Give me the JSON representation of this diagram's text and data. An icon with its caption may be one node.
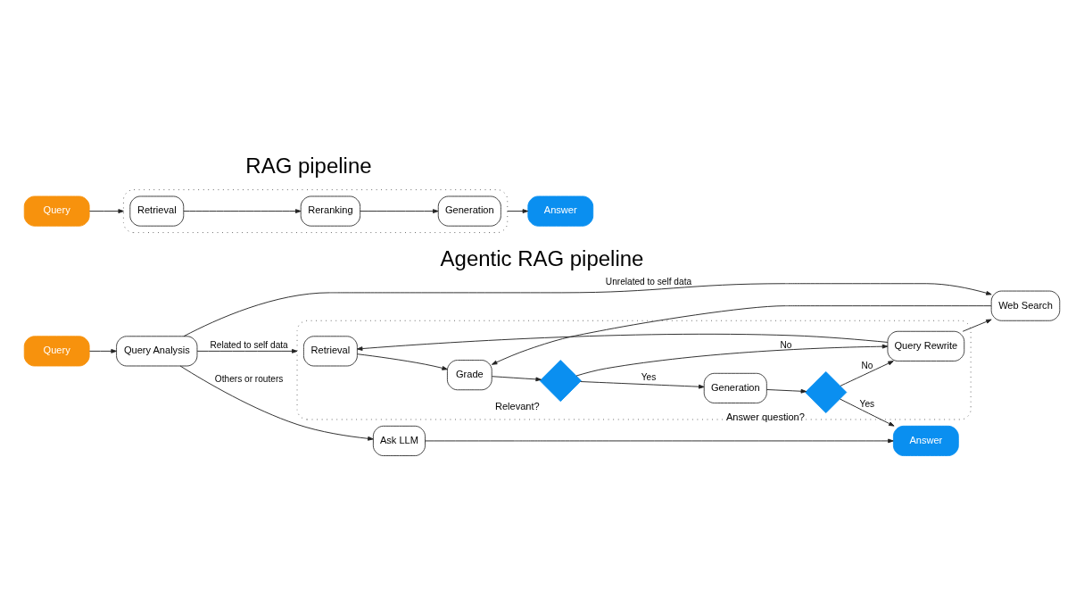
{
  "diagram": {
    "nodes": [
      {
        "text": [
          "Query"
        ]
      },
      {
        "text": [],
        "shape": "box"
      },
      {
        "text": [
          "Retrieval"
        ],
        "in": 1
      },
      {
        "text": [
          "Reranking"
        ],
        "in": 1
      },
      {
        "text": [
          "Generation"
        ],
        "in": 1
      },
      {
        "text": [
          "Answer"
        ]
      },
      {
        "text": [],
        "shape": "box"
      },
      {
        "text": [
          "Retrieval"
        ],
        "in": 6
      },
      {
        "text": [
          "Grade"
        ],
        "in": 6
      },
      {
        "text": [],
        "shape": "diamond",
        "beside": [
          "Relevant?"
        ],
        "in": 6
      },
      {
        "text": [
          "Generation"
        ],
        "in": 6
      },
      {
        "text": [],
        "shape": "diamond",
        "beside": [
          "Answer question?"
        ],
        "in": 6
      },
      {
        "text": [
          "Query Rewrite"
        ],
        "in": 6
      },
      {
        "text": [
          "Answer"
        ]
      },
      {
        "text": [
          "Query"
        ]
      },
      {
        "text": [
          "Query Analysis"
        ]
      },
      {
        "text": [
          "Web Search"
        ]
      },
      {
        "text": [
          "Ask LLM"
        ]
      }
    ],
    "edges": [
      {
        "from": 0,
        "to": 1,
        "arrow": "to"
      },
      {
        "from": 2,
        "to": 3,
        "arrow": "to"
      },
      {
        "from": 3,
        "to": 4,
        "arrow": "to"
      },
      {
        "from": 1,
        "to": 5,
        "arrow": "to"
      },
      {
        "from": 7,
        "to": 8,
        "arrow": "to"
      },
      {
        "from": 8,
        "to": 9,
        "arrow": "to"
      },
      {
        "from": 9,
        "to": 10,
        "arrow": "to",
        "label": "Yes"
      },
      {
        "from": 9,
        "to": 12,
        "arrow": "to",
        "label": "No"
      },
      {
        "from": 10,
        "to": 11,
        "arrow": "to"
      },
      {
        "from": 11,
        "to": 13,
        "arrow": "to",
        "label": "Yes"
      },
      {
        "from": 11,
        "to": 12,
        "arrow": "to",
        "label": "No"
      },
      {
        "from": 12,
        "to": 7,
        "arrow": "to"
      },
      {
        "from": 12,
        "to": 16,
        "arrow": "to"
      },
      {
        "from": 16,
        "to": 8,
        "arrow": "to"
      },
      {
        "from": 14,
        "to": 15,
        "arrow": "to"
      },
      {
        "from": 15,
        "to": 6,
        "arrow": "to",
        "label": "Related to self data"
      },
      {
        "from": 15,
        "to": 16,
        "arrow": "to",
        "label": "Unrelated to self data"
      },
      {
        "from": 15,
        "to": 17,
        "arrow": "to",
        "label": "Others or routers"
      },
      {
        "from": 17,
        "to": 13,
        "arrow": "to"
      }
    ],
    "labels": [
      "RAG pipeline",
      "Agentic RAG pipeline"
    ]
  }
}
